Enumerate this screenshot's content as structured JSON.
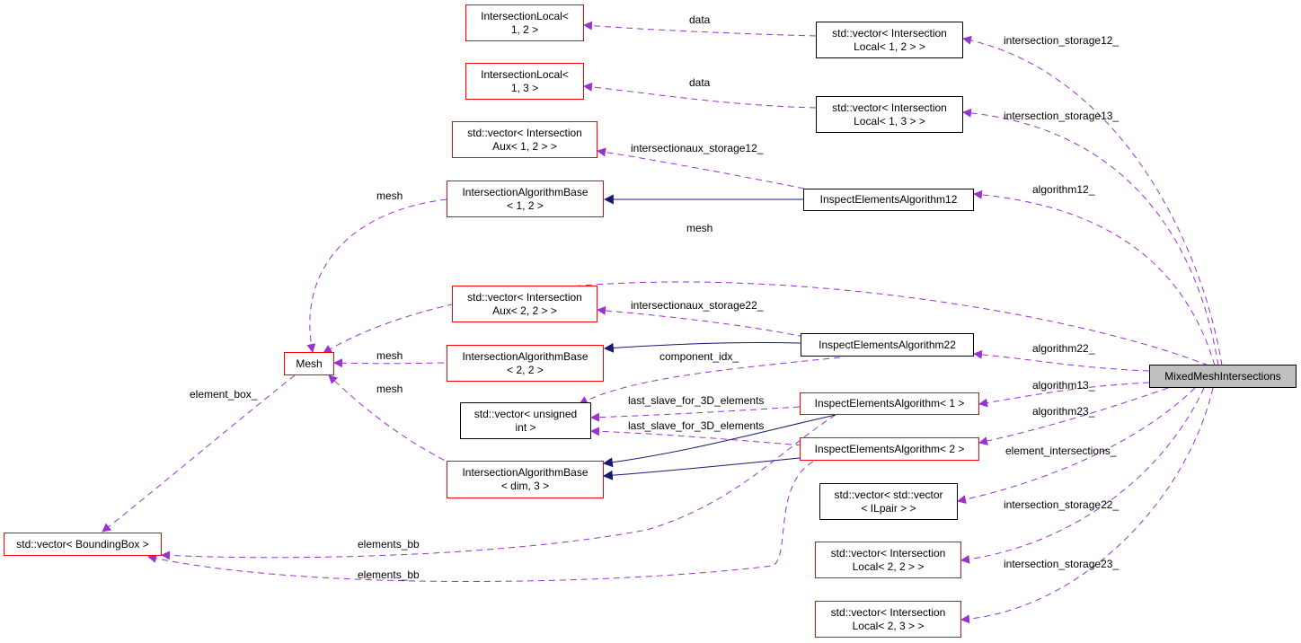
{
  "colors": {
    "usage_edge": "#9a32cd",
    "inheritance_edge": "#191970",
    "incomplete_border": "#ff0000",
    "focus_fill": "#bfbfbf"
  },
  "nodes": {
    "mixed": {
      "line1": "MixedMeshIntersections",
      "line2": ""
    },
    "isl12": {
      "line1": "std::vector< Intersection",
      "line2": "Local< 1, 2 > >"
    },
    "isl13": {
      "line1": "std::vector< Intersection",
      "line2": "Local< 1, 3 > >"
    },
    "iea12": {
      "line1": "InspectElementsAlgorithm12",
      "line2": ""
    },
    "iea22": {
      "line1": "InspectElementsAlgorithm22",
      "line2": ""
    },
    "iea1": {
      "line1": "InspectElementsAlgorithm< 1 >",
      "line2": ""
    },
    "iea2": {
      "line1": "InspectElementsAlgorithm< 2 >",
      "line2": ""
    },
    "eint": {
      "line1": "std::vector< std::vector",
      "line2": "< ILpair > >"
    },
    "isl22": {
      "line1": "std::vector< Intersection",
      "line2": "Local< 2, 2 > >"
    },
    "isl23": {
      "line1": "std::vector< Intersection",
      "line2": "Local< 2, 3 > >"
    },
    "il12": {
      "line1": "IntersectionLocal<",
      "line2": "1, 2 >"
    },
    "il13": {
      "line1": "IntersectionLocal<",
      "line2": "1, 3 >"
    },
    "aux12": {
      "line1": "std::vector< Intersection",
      "line2": "Aux< 1, 2 > >"
    },
    "iab12": {
      "line1": "IntersectionAlgorithmBase",
      "line2": "< 1, 2 >"
    },
    "aux22": {
      "line1": "std::vector< Intersection",
      "line2": "Aux< 2, 2 > >"
    },
    "iab22": {
      "line1": "IntersectionAlgorithmBase",
      "line2": "< 2, 2 >"
    },
    "vuint": {
      "line1": "std::vector< unsigned",
      "line2": "int >"
    },
    "iabd3": {
      "line1": "IntersectionAlgorithmBase",
      "line2": "< dim, 3 >"
    },
    "mesh": {
      "line1": "Mesh",
      "line2": ""
    },
    "vbb": {
      "line1": "std::vector< BoundingBox >",
      "line2": ""
    }
  },
  "edge_labels": {
    "data_1": "data",
    "data_2": "data",
    "intersection_storage12": "intersection_storage12_",
    "intersection_storage13": "intersection_storage13_",
    "intersectionaux_storage12": "intersectionaux_storage12_",
    "algorithm12": "algorithm12_",
    "mesh_top": "mesh",
    "mesh_iab12": "mesh",
    "intersectionaux_storage22": "intersectionaux_storage22_",
    "mesh_iab22": "mesh",
    "algorithm22": "algorithm22_",
    "component_idx": "component_idx_",
    "algorithm13": "algorithm13_",
    "last_slave_1": "last_slave_for_3D_elements",
    "last_slave_2": "last_slave_for_3D_elements",
    "algorithm23": "algorithm23_",
    "mesh_iabd3": "mesh",
    "element_box": "element_box_",
    "element_intersections": "element_intersections_",
    "intersection_storage22": "intersection_storage22_",
    "elements_bb_1": "elements_bb",
    "intersection_storage23": "intersection_storage23_",
    "elements_bb_2": "elements_bb"
  }
}
